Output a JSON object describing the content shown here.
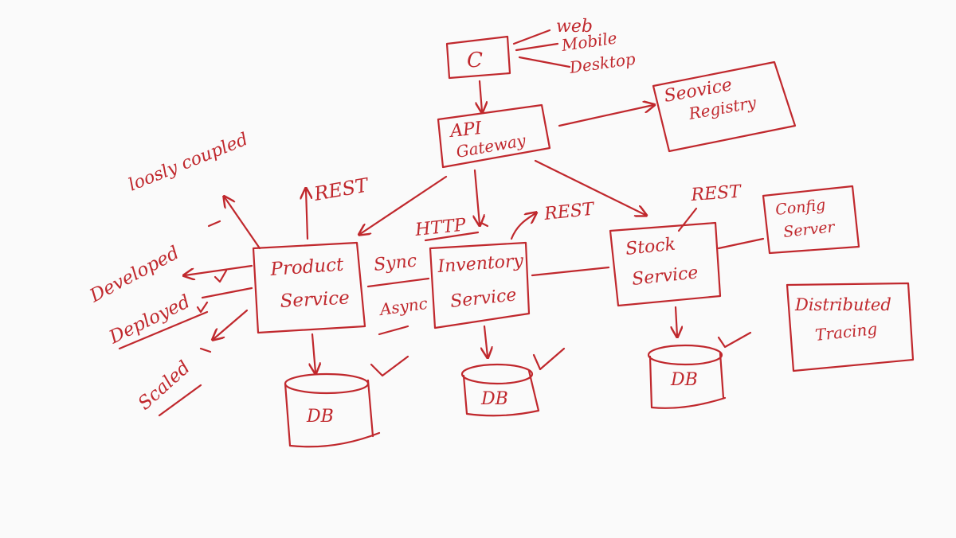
{
  "colors": {
    "ink": "#c0282d",
    "background": "#fafafa"
  },
  "client": {
    "label": "C",
    "types": [
      "web",
      "Mobile",
      "Desktop"
    ]
  },
  "api_gateway": {
    "line1": "API",
    "line2": "Gateway"
  },
  "service_registry": {
    "line1": "Seovice",
    "line2": "Registry"
  },
  "config_server": {
    "line1": "Config",
    "line2": "Server"
  },
  "distributed_tracing": {
    "line1": "Distributed",
    "line2": "Tracing"
  },
  "product_service": {
    "line1": "Product",
    "line2": "Service"
  },
  "inventory_service": {
    "line1": "Inventory",
    "line2": "Service"
  },
  "stock_service": {
    "line1": "Stock",
    "line2": "Service"
  },
  "databases": [
    "DB",
    "DB",
    "DB"
  ],
  "protocol_labels": {
    "rest_product": "REST",
    "rest_inventory": "REST",
    "rest_stock": "REST",
    "http": "HTTP",
    "sync": "Sync",
    "async": "Async"
  },
  "notes": {
    "loosely_coupled": "loosly coupled",
    "developed": "Developed",
    "deployed": "Deployed",
    "scaled": "Scaled"
  }
}
